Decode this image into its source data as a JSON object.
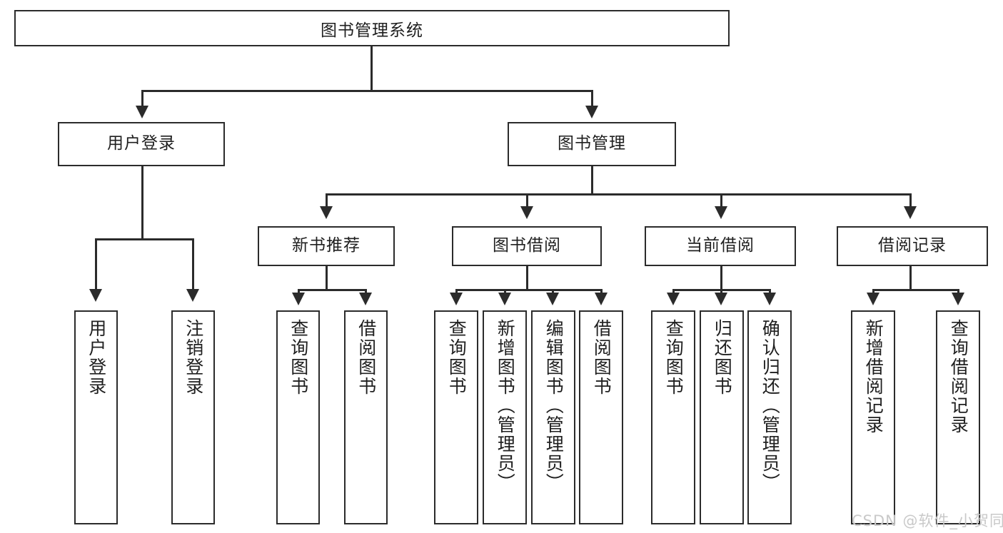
{
  "diagram": {
    "type": "tree-hierarchy-flowchart",
    "title_node": {
      "label": "图书管理系统"
    },
    "level2": [
      {
        "id": "user-login",
        "label": "用户登录"
      },
      {
        "id": "book-management",
        "label": "图书管理"
      }
    ],
    "level3": [
      {
        "id": "new-book-recommend",
        "label": "新书推荐"
      },
      {
        "id": "book-borrow",
        "label": "图书借阅"
      },
      {
        "id": "current-borrow",
        "label": "当前借阅"
      },
      {
        "id": "borrow-record",
        "label": "借阅记录"
      }
    ],
    "leaves": {
      "user_login": [
        {
          "id": "leaf-user-login",
          "label": "用户登录"
        },
        {
          "id": "leaf-logout",
          "label": "注销登录"
        }
      ],
      "new_book_recommend": [
        {
          "id": "leaf-query-book-1",
          "label": "查询图书"
        },
        {
          "id": "leaf-borrow-book-1",
          "label": "借阅图书"
        }
      ],
      "book_borrow": [
        {
          "id": "leaf-query-book-2",
          "label": "查询图书"
        },
        {
          "id": "leaf-add-book",
          "label": "新增图书（管理员）"
        },
        {
          "id": "leaf-edit-book",
          "label": "编辑图书（管理员）"
        },
        {
          "id": "leaf-borrow-book-2",
          "label": "借阅图书"
        }
      ],
      "current_borrow": [
        {
          "id": "leaf-query-book-3",
          "label": "查询图书"
        },
        {
          "id": "leaf-return-book",
          "label": "归还图书"
        },
        {
          "id": "leaf-confirm-return",
          "label": "确认归还（管理员）"
        }
      ],
      "borrow_record": [
        {
          "id": "leaf-add-record",
          "label": "新增借阅记录"
        },
        {
          "id": "leaf-query-record",
          "label": "查询借阅记录"
        }
      ]
    }
  },
  "watermark": {
    "text": "CSDN @软件_小贺同学"
  },
  "colors": {
    "stroke": "#2b2b2b",
    "background": "#ffffff",
    "text": "#1f1f1f",
    "watermark": "#c9c9c9"
  }
}
